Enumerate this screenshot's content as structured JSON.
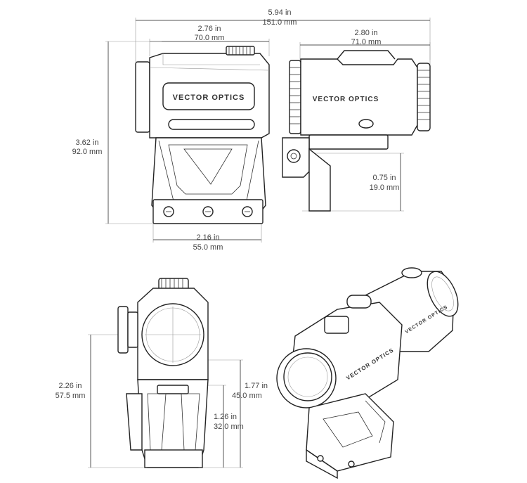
{
  "brand": "VECTOR OPTICS",
  "dimensions": {
    "total_length": {
      "in": "5.94 in",
      "mm": "151.0 mm"
    },
    "sight_length": {
      "in": "2.76 in",
      "mm": "70.0 mm"
    },
    "magnifier_length": {
      "in": "2.80 in",
      "mm": "71.0 mm"
    },
    "height": {
      "in": "3.62 in",
      "mm": "92.0 mm"
    },
    "riser_offset": {
      "in": "0.75 in",
      "mm": "19.0 mm"
    },
    "mount_length": {
      "in": "2.16 in",
      "mm": "55.0 mm"
    },
    "optical_axis_height": {
      "in": "2.26 in",
      "mm": "57.5 mm"
    },
    "front_axis_height": {
      "in": "1.77 in",
      "mm": "45.0 mm"
    },
    "lower_height": {
      "in": "1.26 in",
      "mm": "32.0 mm"
    }
  }
}
